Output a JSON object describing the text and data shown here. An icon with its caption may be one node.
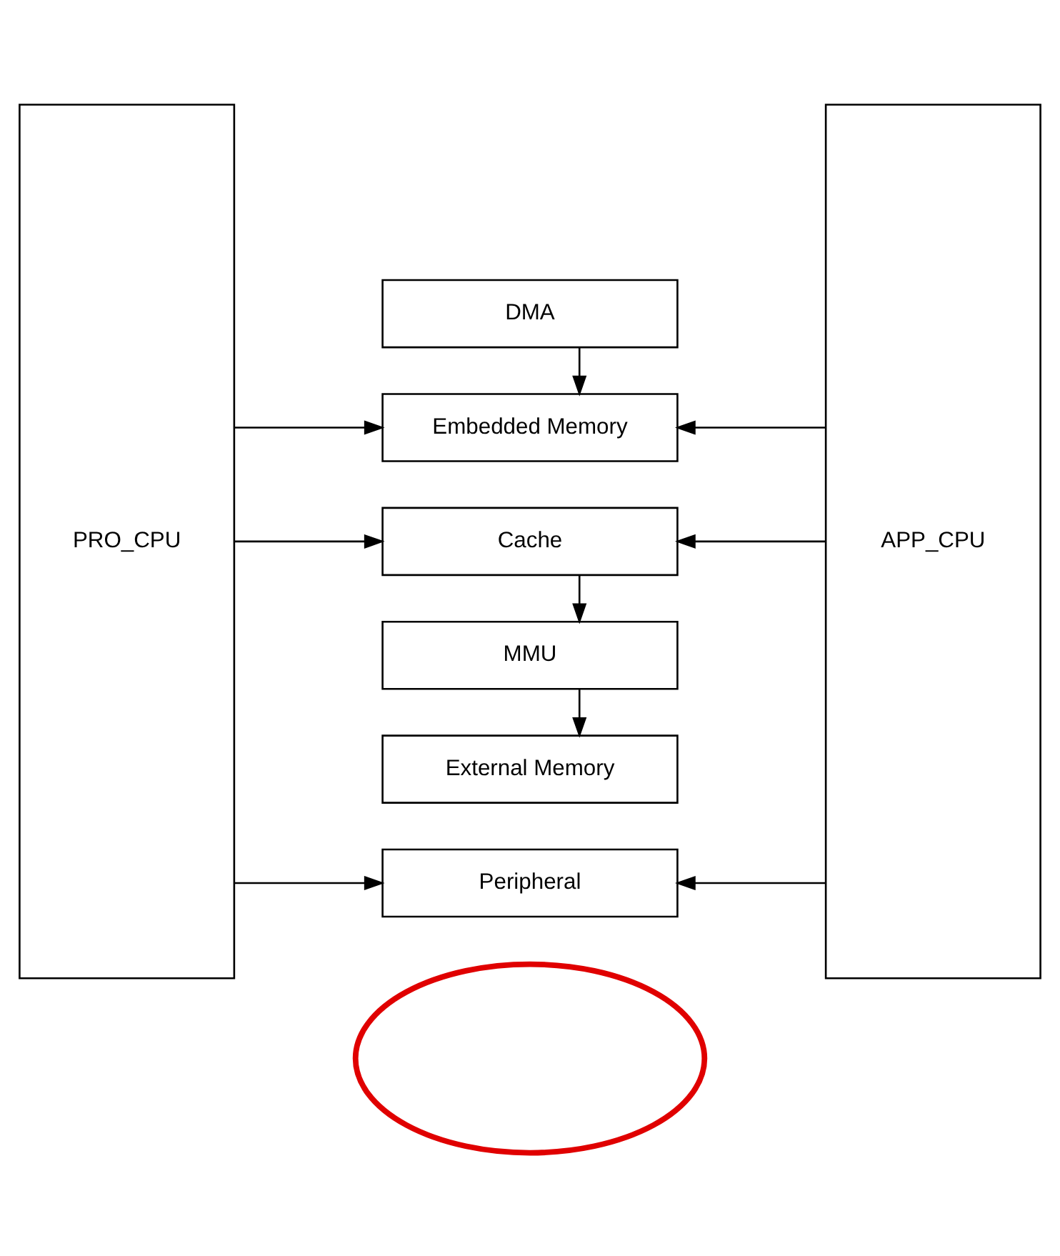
{
  "diagram": {
    "nodes": [
      {
        "text": [
          "PRO_CPU"
        ]
      },
      {
        "text": [
          "DMA"
        ]
      },
      {
        "text": [
          "Embedded Memory"
        ]
      },
      {
        "text": [
          "Cache"
        ]
      },
      {
        "text": [
          "MMU"
        ]
      },
      {
        "text": [
          "External Memory"
        ]
      },
      {
        "text": [
          "Peripheral"
        ]
      },
      {
        "text": [
          "APP_CPU"
        ]
      },
      {
        "text": [],
        "shape": "ellipse"
      }
    ],
    "edges": [
      {
        "from": 1,
        "to": 2,
        "arrow": "to"
      },
      {
        "from": 0,
        "to": 2,
        "arrow": "to"
      },
      {
        "from": 7,
        "to": 2,
        "arrow": "to"
      },
      {
        "from": 0,
        "to": 3,
        "arrow": "to"
      },
      {
        "from": 7,
        "to": 3,
        "arrow": "to"
      },
      {
        "from": 3,
        "to": 4,
        "arrow": "to"
      },
      {
        "from": 4,
        "to": 5,
        "arrow": "to"
      },
      {
        "from": 0,
        "to": 6,
        "arrow": "to"
      },
      {
        "from": 7,
        "to": 6,
        "arrow": "to"
      }
    ]
  }
}
